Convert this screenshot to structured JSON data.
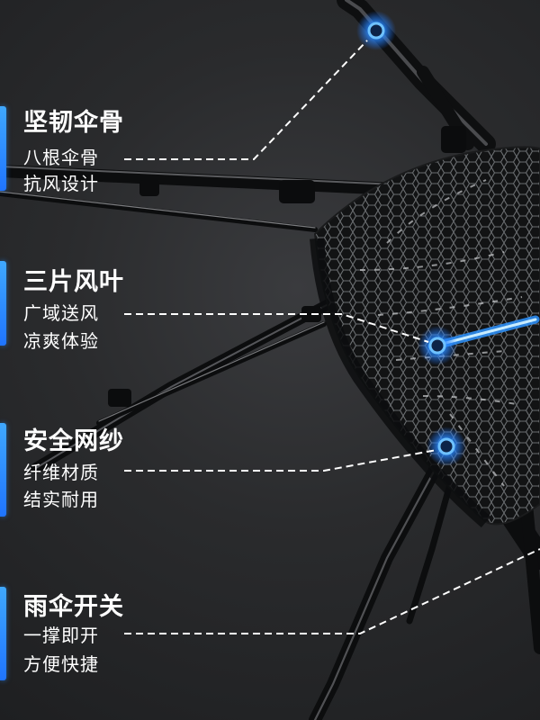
{
  "features": [
    {
      "title": "坚韧伞骨",
      "line1": "八根伞骨",
      "line2": "抗风设计"
    },
    {
      "title": "三片风叶",
      "line1": "广域送风",
      "line2": "凉爽体验"
    },
    {
      "title": "安全网纱",
      "line1": "纤维材质",
      "line2": "结实耐用"
    },
    {
      "title": "雨伞开关",
      "line1": "一撑即开",
      "line2": "方便快捷"
    }
  ],
  "colors": {
    "accent_blue": "#1f74ff",
    "glow_blue": "#3aa0ff",
    "text": "#ffffff"
  }
}
